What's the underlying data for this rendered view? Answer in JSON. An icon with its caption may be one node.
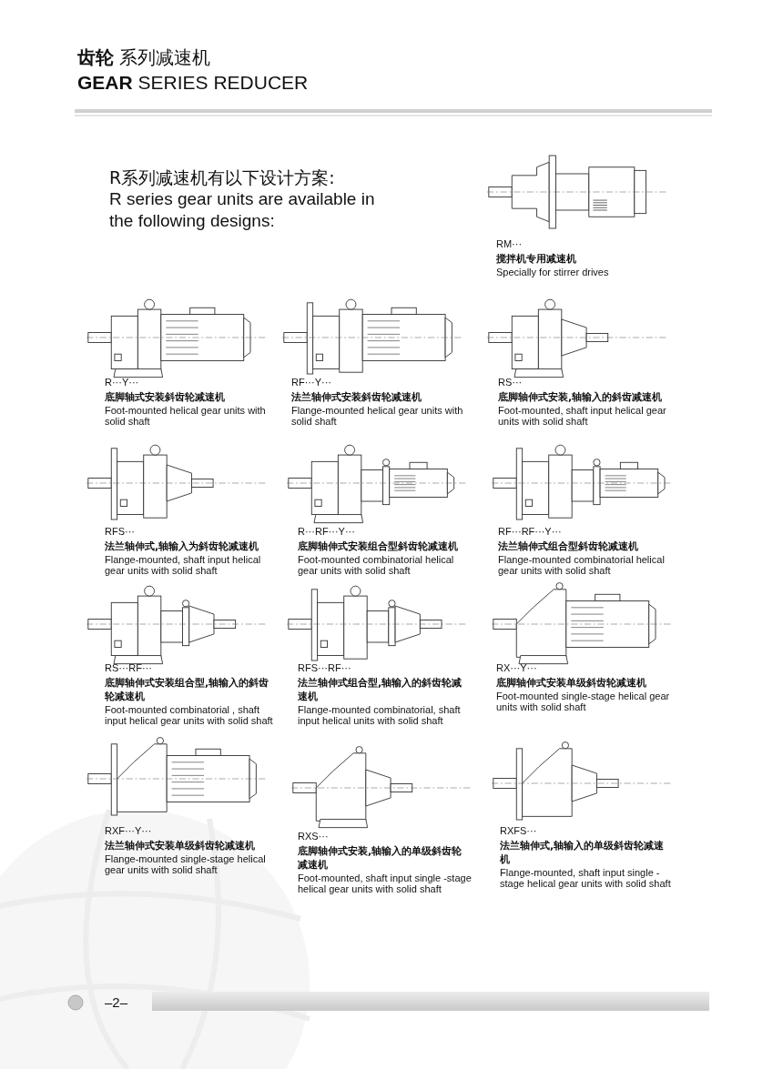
{
  "diagram": {
    "labels": [
      "**齿轮** 系列减速机",
      "**GEAR** SERIES REDUCER",
      "R系列减速机有以下设计方案:",
      "R series gear units are available in the following designs:",
      "RM···",
      "搅拌机专用减速机",
      "Specially for stirrer drives",
      "R···Y···",
      "底脚轴式安装斜齿轮减速机",
      "Foot-mounted helical gear units with solid shaft",
      "RF···Y···",
      "法兰轴伸式安装斜齿轮减速机",
      "Flange-mounted helical gear units with solid shaft",
      "RS···",
      "底脚轴伸式安装,轴输入的斜齿减速机",
      "Foot-mounted, shaft input helical gear units with solid shaft",
      "RFS···",
      "法兰轴伸式,轴输入为斜齿轮减速机",
      "Flange-mounted, shaft  input helical gear units with solid shaft",
      "R···RF···Y···",
      "底脚轴伸式安装组合型斜齿轮减速机",
      "Foot-mounted combinatorial helical gear units with solid shaft",
      "RF···RF···Y···",
      "法兰轴伸式组合型斜齿轮减速机",
      "Flange-mounted combinatorial helical gear units with solid shaft",
      "RS···RF···",
      "底脚轴伸式安装组合型,轴输入的斜齿轮减速机",
      "Foot-mounted combinatorial , shaft input helical gear units with solid shaft",
      "RFS···RF···",
      "法兰轴伸式组合型,轴输入的斜齿轮减速机",
      "Flange-mounted combinatorial, shaft input helical units with solid shaft",
      "RX···Y···",
      "底脚轴伸式安装单级斜齿轮减速机",
      "Foot-mounted single-stage helical gear units with solid shaft",
      "RXF···Y···",
      "法兰轴伸式安装单级斜齿轮减速机",
      "Flange-mounted single-stage helical gear units with solid shaft",
      "RXS···",
      "底脚轴伸式安装,轴输入的单级斜齿轮减速机",
      "Foot-mounted, shaft input single -stage helical gear units with solid shaft",
      "RXFS···",
      "法兰轴伸式,轴输入的单级斜齿轮减速机",
      "Flange-mounted, shaft input single -stage helical gear units with solid shaft",
      "–2–"
    ]
  }
}
